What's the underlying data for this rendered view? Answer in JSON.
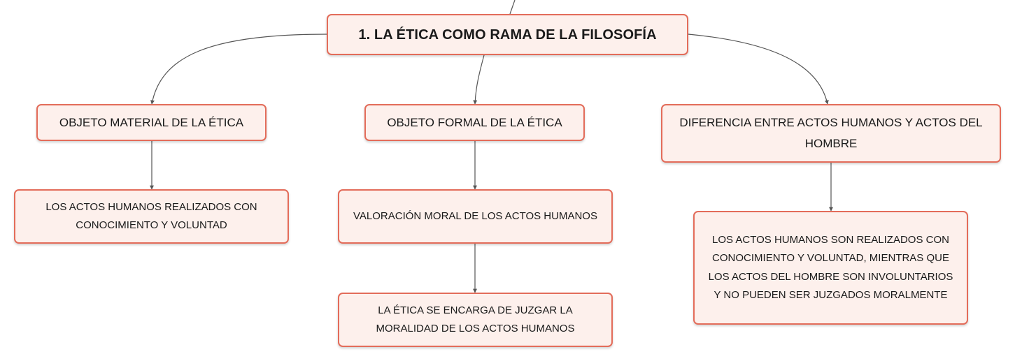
{
  "colors": {
    "node_fill": "#fdf0ec",
    "node_border": "#e36c5a",
    "connector": "#555555"
  },
  "root": {
    "label": "1. LA ÉTICA COMO RAMA DE LA FILOSOFÍA"
  },
  "branches": {
    "material": {
      "label": "OBJETO MATERIAL DE LA ÉTICA",
      "children": [
        "LOS ACTOS HUMANOS REALIZADOS CON CONOCIMIENTO Y VOLUNTAD"
      ]
    },
    "formal": {
      "label": "OBJETO FORMAL DE LA ÉTICA",
      "children": [
        "VALORACIÓN MORAL DE LOS ACTOS HUMANOS",
        "LA ÉTICA SE ENCARGA DE JUZGAR LA MORALIDAD DE LOS ACTOS HUMANOS"
      ]
    },
    "diferencia": {
      "label": "DIFERENCIA ENTRE ACTOS HUMANOS Y ACTOS DEL HOMBRE",
      "children": [
        "LOS ACTOS HUMANOS SON REALIZADOS CON CONOCIMIENTO Y VOLUNTAD, MIENTRAS QUE LOS ACTOS DEL HOMBRE SON INVOLUNTARIOS Y NO PUEDEN SER JUZGADOS MORALMENTE"
      ]
    }
  }
}
